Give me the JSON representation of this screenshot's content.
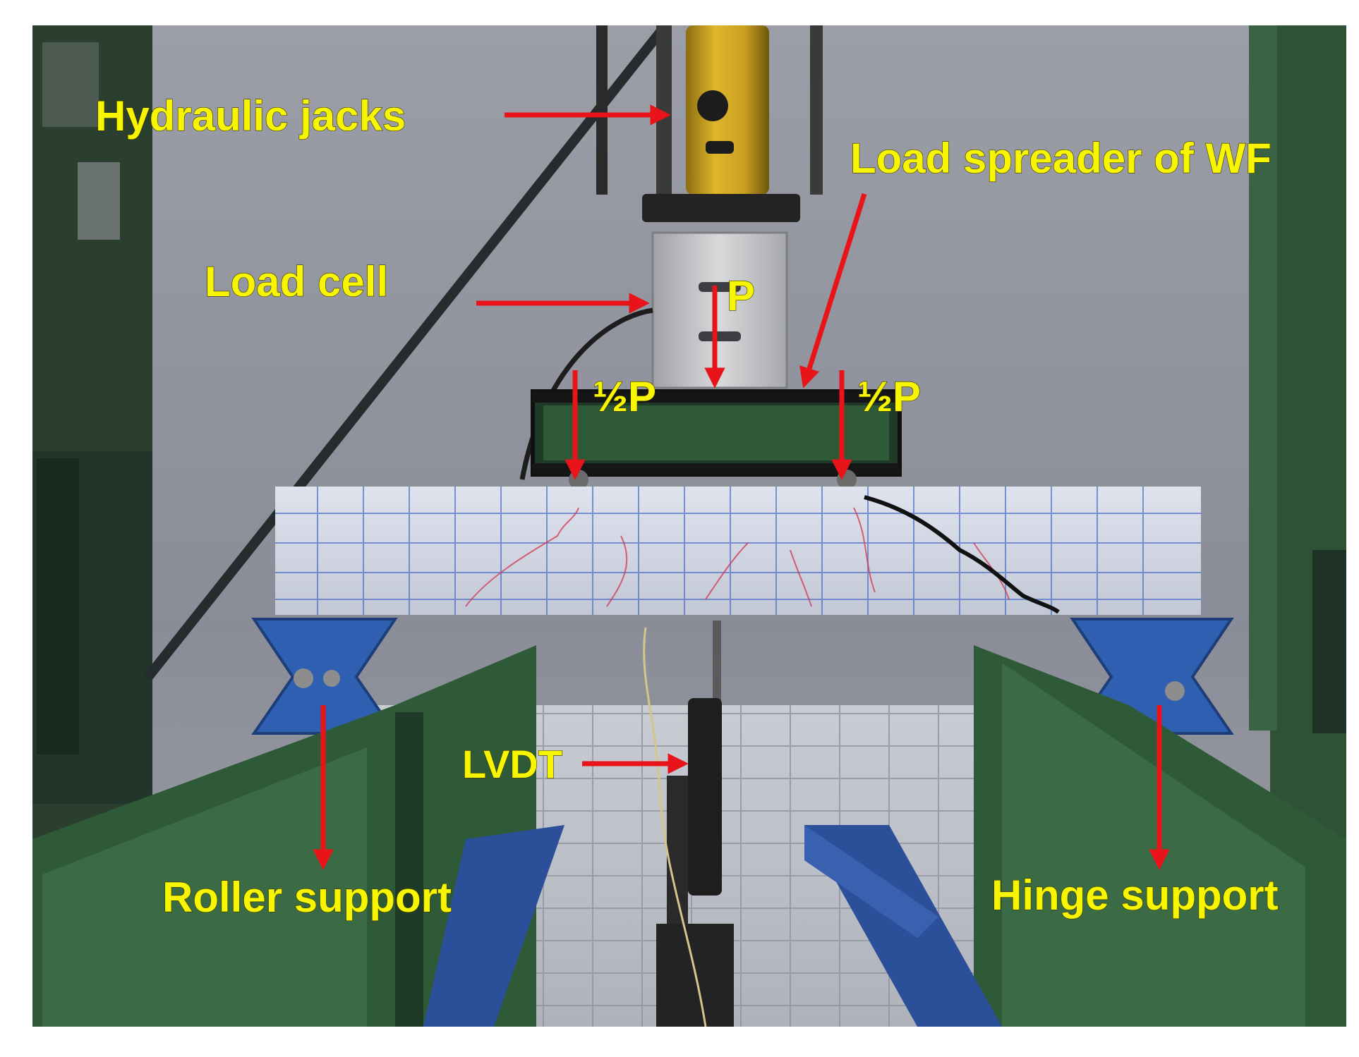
{
  "labels": {
    "hydraulic_jacks": "Hydraulic jacks",
    "load_spreader": "Load spreader of WF",
    "load_cell": "Load cell",
    "load_p": "P",
    "half_p_left": "½P",
    "half_p_right": "½P",
    "lvdt": "LVDT",
    "roller_support": "Roller support",
    "hinge_support": "Hinge support"
  },
  "colors": {
    "label_text": "#f7f500",
    "arrow": "#e8141a",
    "background_wall": "#8c8f99",
    "steel_frame": "#2d4d35",
    "support_blocks": "#2f5fb0",
    "beam": "#d4d9e6",
    "grid_lines": "#4b6fc7"
  }
}
